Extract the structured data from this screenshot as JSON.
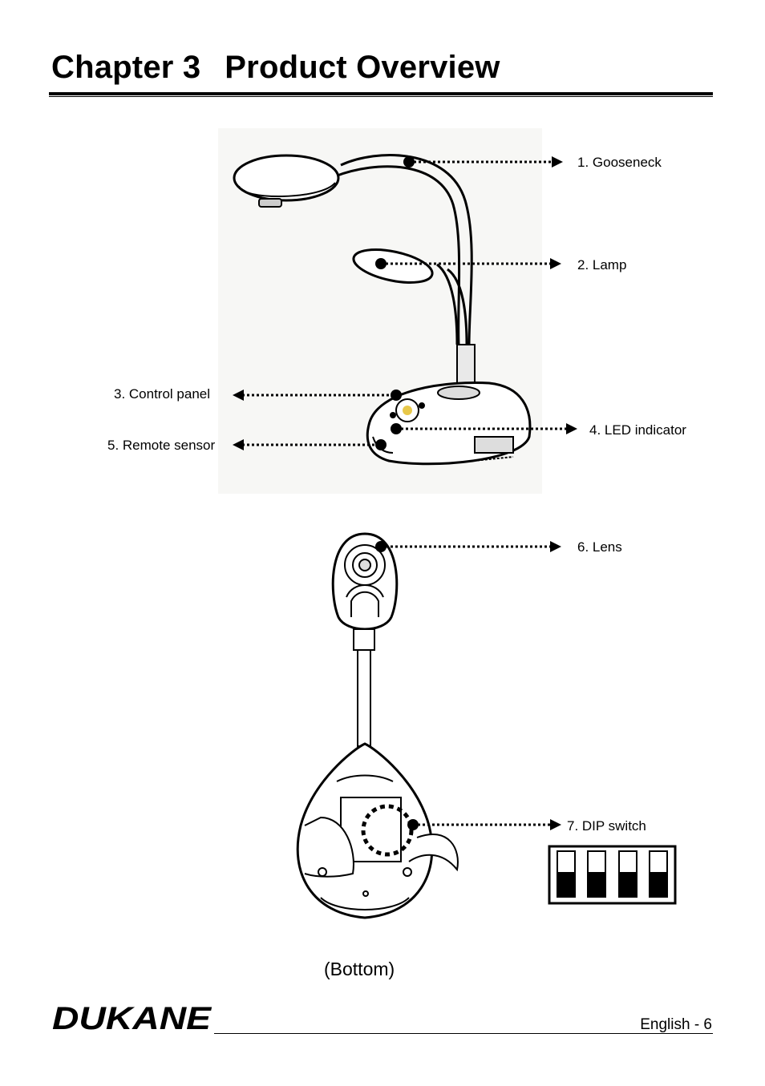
{
  "header": {
    "chapter_number": "Chapter 3",
    "chapter_title": "Product Overview"
  },
  "callouts": {
    "gooseneck": "1. Gooseneck",
    "lamp": "2. Lamp",
    "control_panel": "3. Control panel",
    "led_indicator": "4. LED indicator",
    "remote_sensor": "5. Remote sensor",
    "lens": "6. Lens",
    "dip_switch": "7. DIP switch"
  },
  "bottom_caption": "(Bottom)",
  "footer": {
    "brand": "DUKANE",
    "page_label": "English - 6"
  }
}
